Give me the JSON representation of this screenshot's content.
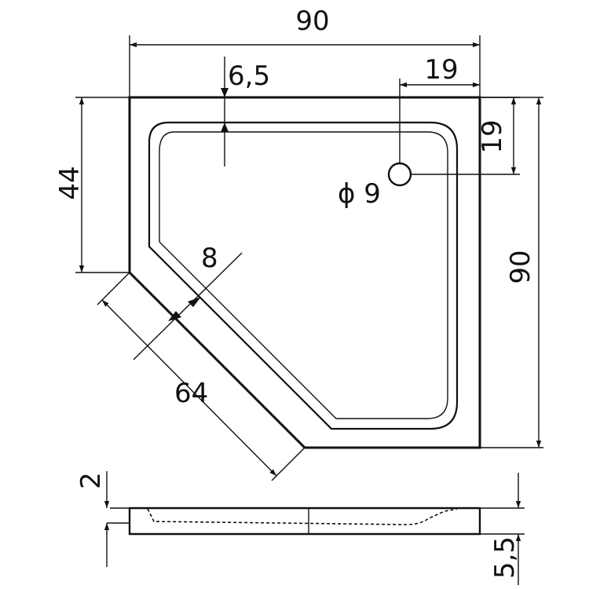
{
  "dimensions": {
    "width_top": "90",
    "height_right": "90",
    "rim_width": "6,5",
    "drain_offset_x": "19",
    "drain_offset_y": "19",
    "drain_diameter": "ϕ 9",
    "left_edge": "44",
    "diagonal_rim": "8",
    "diagonal_length": "64",
    "side_rim_height": "2",
    "side_total_height": "5,5"
  }
}
